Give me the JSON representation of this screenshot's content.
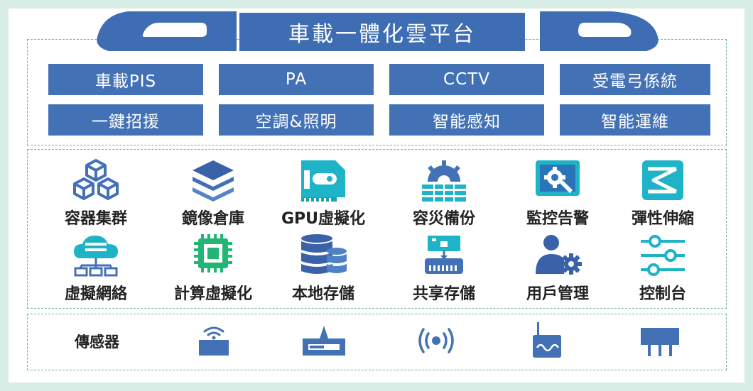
{
  "title": "車載一體化雲平台",
  "app_row1": [
    "車載PIS",
    "PA",
    "CCTV",
    "受電弓係統"
  ],
  "app_row2": [
    "一鍵招援",
    "空調&照明",
    "智能感知",
    "智能運維"
  ],
  "platform_row1": [
    {
      "label": "容器集群",
      "icon": "cubes-cluster-icon"
    },
    {
      "label": "鏡像倉庫",
      "icon": "layer-stack-icon"
    },
    {
      "label": "GPU虛擬化",
      "icon": "gpu-card-icon"
    },
    {
      "label": "容災備份",
      "icon": "backup-icon"
    },
    {
      "label": "監控告警",
      "icon": "monitor-gear-icon"
    },
    {
      "label": "彈性伸縮",
      "icon": "elastic-scale-icon"
    }
  ],
  "platform_row2": [
    {
      "label": "虛擬網絡",
      "icon": "cloud-network-icon"
    },
    {
      "label": "計算虛擬化",
      "icon": "cpu-chip-icon"
    },
    {
      "label": "本地存儲",
      "icon": "database-icon"
    },
    {
      "label": "共享存儲",
      "icon": "shared-storage-icon"
    },
    {
      "label": "用戶管理",
      "icon": "user-gear-icon"
    },
    {
      "label": "控制台",
      "icon": "sliders-icon"
    }
  ],
  "sensors_label": "傳感器",
  "sensors": [
    "wifi-sensor-icon",
    "antenna-sensor-icon",
    "broadcast-sensor-icon",
    "wave-sensor-icon",
    "relay-sensor-icon"
  ],
  "colors": {
    "primary": "#4371b6",
    "accent": "#1fb3c8",
    "background": "#d8ede5",
    "border": "#6fb3a0"
  }
}
